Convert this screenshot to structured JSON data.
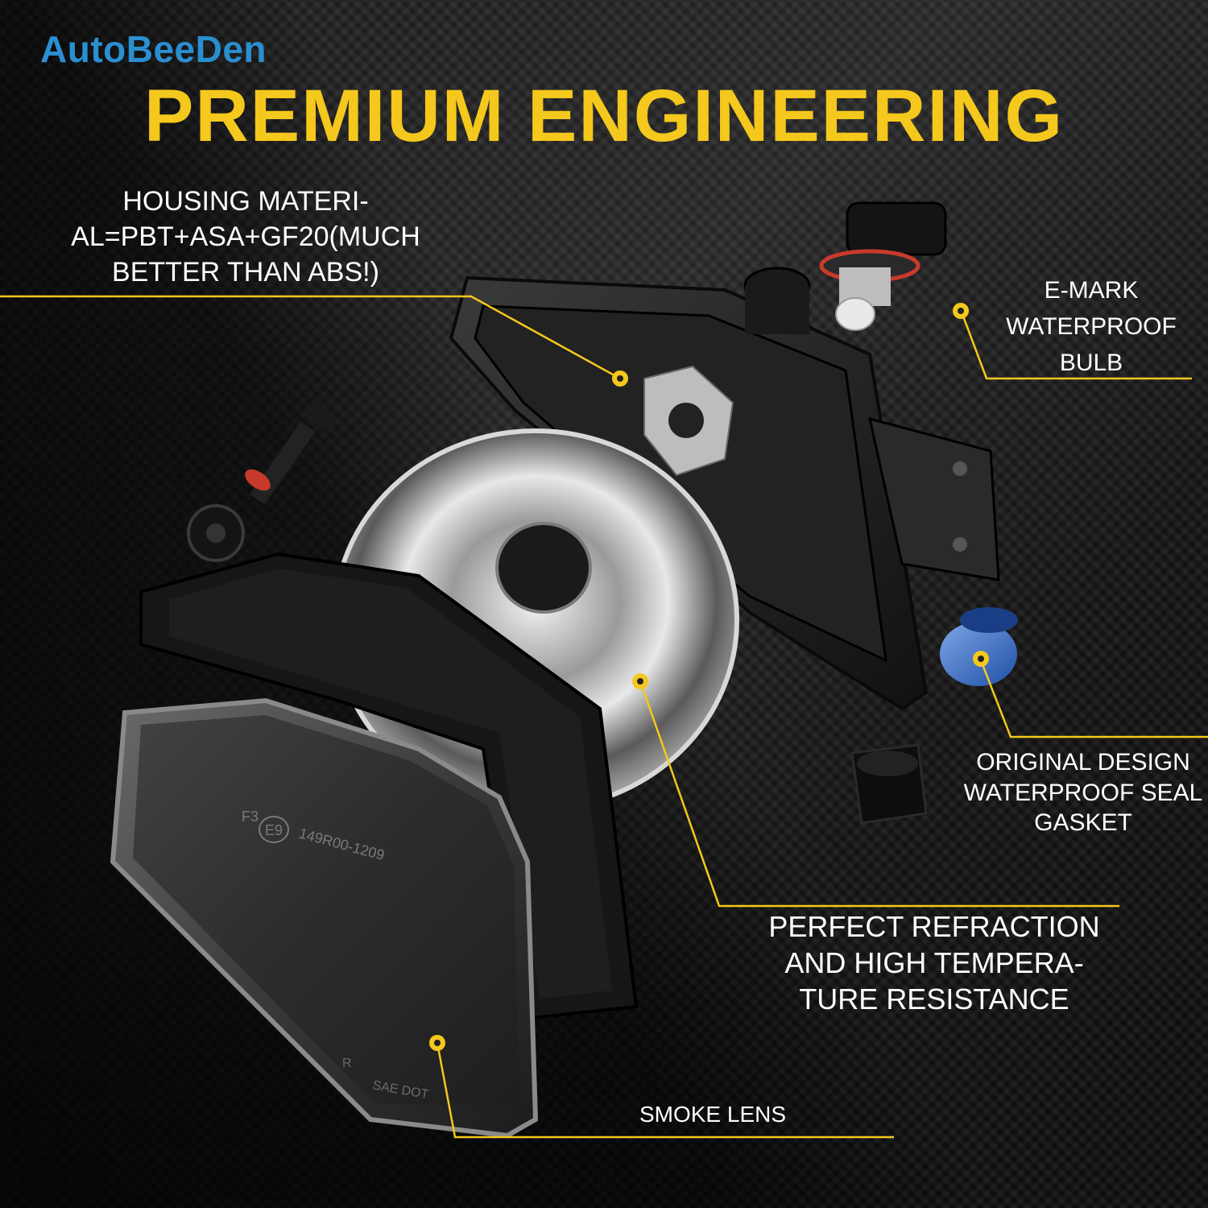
{
  "brand": {
    "name": "AutoBeeDen",
    "color": "#2a8fd0"
  },
  "headline": {
    "text": "PREMIUM ENGINEERING",
    "color": "#f4c81c"
  },
  "callouts": {
    "housing": "HOUSING MATERI-\nAL=PBT+ASA+GF20(MUCH\nBETTER THAN ABS!)",
    "bulb": "E-MARK\nWATERPROOF\nBULB",
    "gasket": "ORIGINAL DESIGN\nWATERPROOF SEAL\nGASKET",
    "refraction": "PERFECT REFRACTION\nAND HIGH TEMPERA-\nTURE RESISTANCE",
    "lens": "SMOKE LENS"
  },
  "lens_markings": {
    "code1": "F3",
    "emark": "E9",
    "code2": "149R00-1209",
    "sae": "SAE DOT",
    "r": "R"
  },
  "leader_color": "#f4c81c"
}
